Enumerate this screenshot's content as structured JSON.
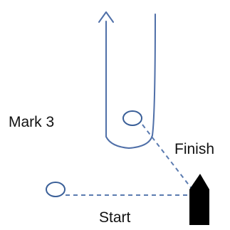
{
  "labels": {
    "mark3": "Mark 3",
    "finish": "Finish",
    "start": "Start"
  },
  "colors": {
    "course_line": "#4f6fa8",
    "dashed_line": "#5b7bb0",
    "mark_stroke": "#3a5f98",
    "boat_fill": "#000000",
    "text": "#111111",
    "background": "#ffffff"
  }
}
